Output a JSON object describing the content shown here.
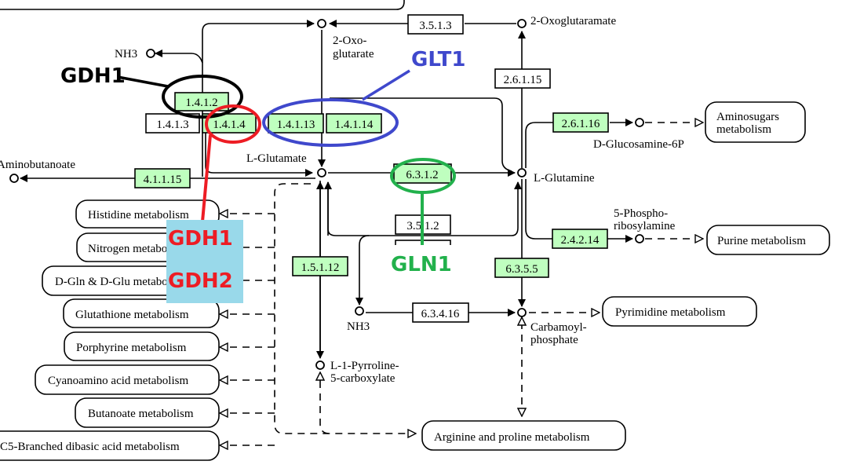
{
  "diagram": {
    "title": "Alanine, aspartate and glutamate metabolism (partial KEGG map)",
    "compounds": {
      "nh3_top": "NH3",
      "oxoglutarate_1": "2-Oxo-",
      "oxoglutarate_2": "glutarate",
      "oxoglutaramate": "2-Oxoglutaramate",
      "aminobutanoate": "Aminobutanoate",
      "l_glutamate": "L-Glutamate",
      "l_glutamine": "L-Glutamine",
      "glucosamine": "D-Glucosamine-6P",
      "phosphoribosylamine_1": "5-Phospho-",
      "phosphoribosylamine_2": "ribosylamine",
      "nh3_mid": "NH3",
      "carbamoyl_1": "Carbamoyl-",
      "carbamoyl_2": "phosphate",
      "pyrroline_1": "L-1-Pyrroline-",
      "pyrroline_2": "5-carboxylate"
    },
    "enzymes": [
      {
        "id": "1.4.1.2",
        "highlighted": true
      },
      {
        "id": "1.4.1.3",
        "highlighted": false
      },
      {
        "id": "1.4.1.4",
        "highlighted": true
      },
      {
        "id": "1.4.1.13",
        "highlighted": true
      },
      {
        "id": "1.4.1.14",
        "highlighted": true
      },
      {
        "id": "3.5.1.3",
        "highlighted": false
      },
      {
        "id": "2.6.1.15",
        "highlighted": false
      },
      {
        "id": "2.6.1.16",
        "highlighted": true
      },
      {
        "id": "4.1.1.15",
        "highlighted": true
      },
      {
        "id": "6.3.1.2",
        "highlighted": true
      },
      {
        "id": "3.5.1.2",
        "highlighted": false
      },
      {
        "id": "1.5.1.12",
        "highlighted": true
      },
      {
        "id": "6.3.5.5",
        "highlighted": true
      },
      {
        "id": "2.4.2.14",
        "highlighted": true
      },
      {
        "id": "6.3.4.16",
        "highlighted": false
      }
    ],
    "pathways": [
      "Histidine metabolism",
      "Nitrogen metabolism",
      "D-Gln & D-Glu metabolism",
      "Glutathione metabolism",
      "Porphyrine metabolism",
      "Cyanoamino acid metabolism",
      "Butanoate metabolism",
      "C5-Branched dibasic acid metabolism",
      "Aminosugars metabolism",
      "Purine metabolism",
      "Pyrimidine metabolism",
      "Arginine and proline metabolism"
    ],
    "aminosugars_1": "Aminosugars",
    "aminosugars_2": "metabolism"
  },
  "annotations": {
    "gdh1_black": {
      "label": "GDH1",
      "color": "#000000"
    },
    "glt1": {
      "label": "GLT1",
      "color": "#3f48cc"
    },
    "gln1": {
      "label": "GLN1",
      "color": "#22b14c"
    },
    "red_box": {
      "line1": "GDH1",
      "line2": "GDH2",
      "text_color": "#ed1c24",
      "bg_color": "#99d9ea"
    }
  },
  "colors": {
    "enzyme_highlight": "#bfffbf",
    "circle_red": "#ed1c24",
    "circle_blue": "#3f48cc",
    "circle_green": "#22b14c"
  }
}
